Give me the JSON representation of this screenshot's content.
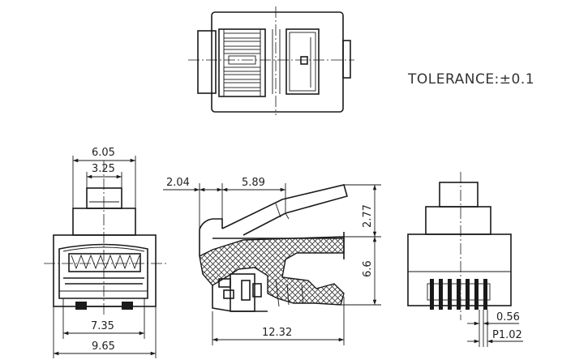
{
  "tolerance_note": "TOLERANCE:±0.1",
  "dimensions": {
    "front_outer_width": "6.05",
    "front_inner_width": "3.25",
    "front_base_inner": "7.35",
    "front_base_outer": "9.65",
    "side_offset": "2.04",
    "side_latch": "5.89",
    "side_latch_height": "2.77",
    "side_body_height": "6.6",
    "side_length": "12.32",
    "rear_contact_width": "0.56",
    "rear_pitch": "P1.02"
  }
}
